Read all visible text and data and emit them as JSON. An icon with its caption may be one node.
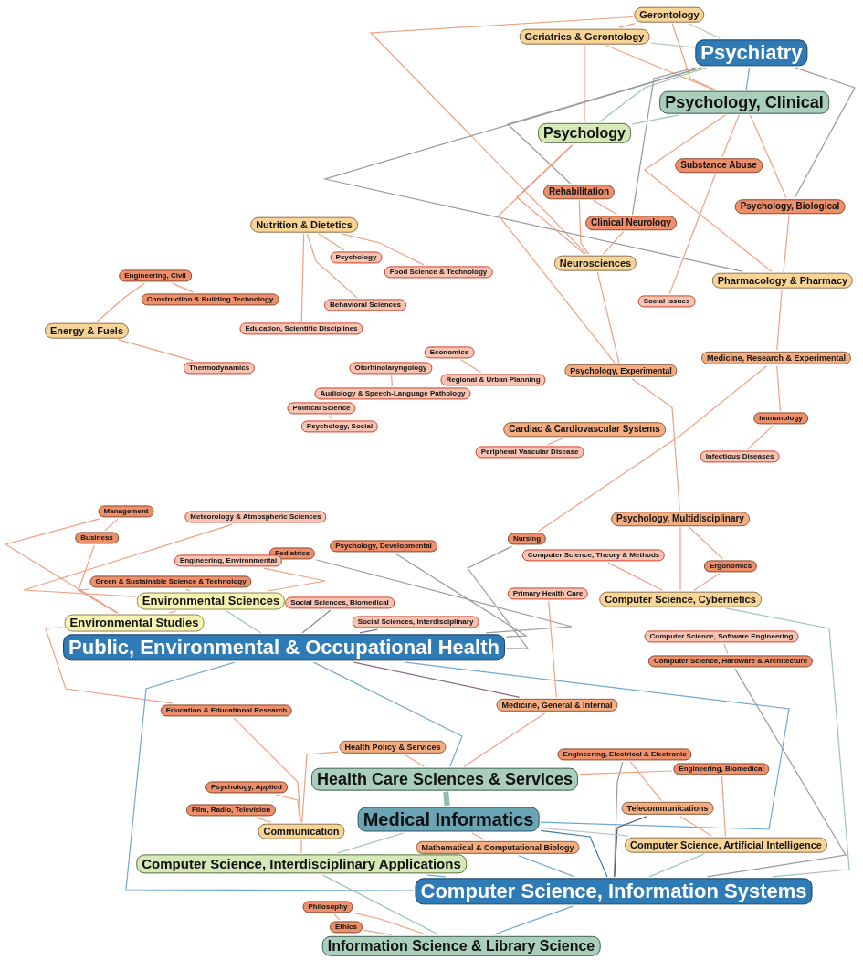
{
  "diagram": {
    "nodes": [
      {
        "text": [
          "Gerontology"
        ]
      },
      {
        "text": [
          "Geriatrics & Gerontology"
        ]
      },
      {
        "text": [
          "Psychiatry"
        ]
      },
      {
        "text": [
          "Psychology, Clinical"
        ]
      },
      {
        "text": [
          "Psychology"
        ]
      },
      {
        "text": [
          "Substance Abuse"
        ]
      },
      {
        "text": [
          "Rehabilitation"
        ]
      },
      {
        "text": [
          "Psychology, Biological"
        ]
      },
      {
        "text": [
          "Clinical Neurology"
        ]
      },
      {
        "text": [
          "Neurosciences"
        ]
      },
      {
        "text": [
          "Pharmacology & Pharmacy"
        ]
      },
      {
        "text": [
          "Social Issues"
        ]
      },
      {
        "text": [
          "Nutrition & Dietetics"
        ]
      },
      {
        "text": [
          "Psychology"
        ]
      },
      {
        "text": [
          "Food Science & Technology"
        ]
      },
      {
        "text": [
          "Engineering, Civil"
        ]
      },
      {
        "text": [
          "Construction & Building Technology"
        ]
      },
      {
        "text": [
          "Energy & Fuels"
        ]
      },
      {
        "text": [
          "Education, Scientific Disciplines"
        ]
      },
      {
        "text": [
          "Behavioral Sciences"
        ]
      },
      {
        "text": [
          "Thermodynamics"
        ]
      },
      {
        "text": [
          "Otorhinolaryngology"
        ]
      },
      {
        "text": [
          "Economics"
        ]
      },
      {
        "text": [
          "Regional & Urban Planning"
        ]
      },
      {
        "text": [
          "Audiology & Speech-Language Pathology"
        ]
      },
      {
        "text": [
          "Political Science"
        ]
      },
      {
        "text": [
          "Psychology, Social"
        ]
      },
      {
        "text": [
          "Medicine, Research & Experimental"
        ]
      },
      {
        "text": [
          "Psychology, Experimental"
        ]
      },
      {
        "text": [
          "Cardiac & Cardiovascular Systems"
        ]
      },
      {
        "text": [
          "Immunology"
        ]
      },
      {
        "text": [
          "Peripheral Vascular Disease"
        ]
      },
      {
        "text": [
          "Infectious Diseases"
        ]
      },
      {
        "text": [
          "Management"
        ]
      },
      {
        "text": [
          "Business"
        ]
      },
      {
        "text": [
          "Meteorology & Atmospheric Sciences"
        ]
      },
      {
        "text": [
          "Psychology, Multidisciplinary"
        ]
      },
      {
        "text": [
          "Nursing"
        ]
      },
      {
        "text": [
          "Pediatrics"
        ]
      },
      {
        "text": [
          "Psychology, Developmental"
        ]
      },
      {
        "text": [
          "Engineering, Environmental"
        ]
      },
      {
        "text": [
          "Computer Science, Theory & Methods"
        ]
      },
      {
        "text": [
          "Green & Sustainable Science & Technology"
        ]
      },
      {
        "text": [
          "Ergonomics"
        ]
      },
      {
        "text": [
          "Environmental Sciences"
        ]
      },
      {
        "text": [
          "Computer Science, Cybernetics"
        ]
      },
      {
        "text": [
          "Primary Health Care"
        ]
      },
      {
        "text": [
          "Social Sciences, Biomedical"
        ]
      },
      {
        "text": [
          "Environmental Studies"
        ]
      },
      {
        "text": [
          "Social Sciences, Interdisciplinary"
        ]
      },
      {
        "text": [
          "Computer Science, Software Engineering"
        ]
      },
      {
        "text": [
          "Public, Environmental & Occupational Health"
        ]
      },
      {
        "text": [
          "Computer Science, Hardware & Architecture"
        ]
      },
      {
        "text": [
          "Medicine, General & Internal"
        ]
      },
      {
        "text": [
          "Education & Educational Research"
        ]
      },
      {
        "text": [
          "Health Policy & Services"
        ]
      },
      {
        "text": [
          "Engineering, Electrical & Electronic"
        ]
      },
      {
        "text": [
          "Engineering, Biomedical"
        ]
      },
      {
        "text": [
          "Health Care Sciences & Services"
        ]
      },
      {
        "text": [
          "Psychology, Applied"
        ]
      },
      {
        "text": [
          "Telecommunications"
        ]
      },
      {
        "text": [
          "Film, Radio, Television"
        ]
      },
      {
        "text": [
          "Medical Informatics"
        ]
      },
      {
        "text": [
          "Communication"
        ]
      },
      {
        "text": [
          "Mathematical & Computational Biology"
        ]
      },
      {
        "text": [
          "Computer Science, Artificial Intelligence"
        ]
      },
      {
        "text": [
          "Computer Science, Interdisciplinary Applications"
        ]
      },
      {
        "text": [
          "Computer Science, Information Systems"
        ]
      },
      {
        "text": [
          "Philosophy"
        ]
      },
      {
        "text": [
          "Ethics"
        ]
      },
      {
        "text": [
          "Information Science & Library Science"
        ]
      }
    ],
    "edges": [
      {
        "from": 0,
        "to": 1,
        "arrow": "none"
      },
      {
        "from": 0,
        "to": 2,
        "arrow": "none",
        "color": "#b8c8c0"
      },
      {
        "from": 0,
        "to": 3,
        "arrow": "none"
      },
      {
        "from": 0,
        "to": 9,
        "arrow": "none"
      },
      {
        "from": 1,
        "to": 2,
        "arrow": "none",
        "color": "#b8c8c0"
      },
      {
        "from": 1,
        "to": 3,
        "arrow": "none"
      },
      {
        "from": 1,
        "to": 4,
        "arrow": "none"
      },
      {
        "from": 2,
        "to": 3,
        "arrow": "none",
        "color": "#6fa8d0"
      },
      {
        "from": 2,
        "to": 4,
        "arrow": "none",
        "color": "#9cc5b0"
      },
      {
        "from": 2,
        "to": 6,
        "arrow": "none",
        "color": "#999999"
      },
      {
        "from": 2,
        "to": 8,
        "arrow": "none",
        "color": "#999999"
      },
      {
        "from": 2,
        "to": 7,
        "arrow": "none",
        "color": "#999999"
      },
      {
        "from": 2,
        "to": 10,
        "arrow": "none",
        "color": "#999999"
      },
      {
        "from": 3,
        "to": 4,
        "arrow": "none",
        "color": "#9cc5b0"
      },
      {
        "from": 3,
        "to": 5,
        "arrow": "none"
      },
      {
        "from": 3,
        "to": 7,
        "arrow": "none"
      },
      {
        "from": 3,
        "to": 10,
        "arrow": "none"
      },
      {
        "from": 4,
        "to": 9,
        "arrow": "none"
      },
      {
        "from": 4,
        "to": 28,
        "arrow": "none"
      },
      {
        "from": 5,
        "to": 11,
        "arrow": "none"
      },
      {
        "from": 6,
        "to": 8,
        "arrow": "none"
      },
      {
        "from": 6,
        "to": 9,
        "arrow": "none"
      },
      {
        "from": 8,
        "to": 9,
        "arrow": "none"
      },
      {
        "from": 9,
        "to": 28,
        "arrow": "none"
      },
      {
        "from": 7,
        "to": 10,
        "arrow": "none"
      },
      {
        "from": 10,
        "to": 27,
        "arrow": "none"
      },
      {
        "from": 12,
        "to": 13,
        "arrow": "none"
      },
      {
        "from": 12,
        "to": 14,
        "arrow": "none"
      },
      {
        "from": 12,
        "to": 18,
        "arrow": "none"
      },
      {
        "from": 12,
        "to": 19,
        "arrow": "none"
      },
      {
        "from": 15,
        "to": 16,
        "arrow": "none"
      },
      {
        "from": 15,
        "to": 17,
        "arrow": "none"
      },
      {
        "from": 17,
        "to": 20,
        "arrow": "none"
      },
      {
        "from": 21,
        "to": 24,
        "arrow": "none"
      },
      {
        "from": 22,
        "to": 23,
        "arrow": "none"
      },
      {
        "from": 25,
        "to": 26,
        "arrow": "none"
      },
      {
        "from": 27,
        "to": 30,
        "arrow": "none"
      },
      {
        "from": 27,
        "to": 37,
        "arrow": "none"
      },
      {
        "from": 30,
        "to": 32,
        "arrow": "none"
      },
      {
        "from": 29,
        "to": 31,
        "arrow": "none"
      },
      {
        "from": 28,
        "to": 36,
        "arrow": "none"
      },
      {
        "from": 36,
        "to": 43,
        "arrow": "none"
      },
      {
        "from": 36,
        "to": 45,
        "arrow": "none"
      },
      {
        "from": 43,
        "to": 45,
        "arrow": "none"
      },
      {
        "from": 41,
        "to": 45,
        "arrow": "none"
      },
      {
        "from": 33,
        "to": 34,
        "arrow": "none"
      },
      {
        "from": 33,
        "to": 48,
        "arrow": "none"
      },
      {
        "from": 34,
        "to": 48,
        "arrow": "none"
      },
      {
        "from": 35,
        "to": 44,
        "arrow": "none"
      },
      {
        "from": 40,
        "to": 44,
        "arrow": "none"
      },
      {
        "from": 42,
        "to": 44,
        "arrow": "none"
      },
      {
        "from": 42,
        "to": 48,
        "arrow": "none"
      },
      {
        "from": 44,
        "to": 48,
        "arrow": "none"
      },
      {
        "from": 44,
        "to": 51,
        "arrow": "none",
        "color": "#9cc5b0"
      },
      {
        "from": 48,
        "to": 54,
        "arrow": "none"
      },
      {
        "from": 51,
        "to": 38,
        "arrow": "none",
        "color": "#999999"
      },
      {
        "from": 51,
        "to": 39,
        "arrow": "none",
        "color": "#999999"
      },
      {
        "from": 51,
        "to": 47,
        "arrow": "none",
        "color": "#8a6a8a"
      },
      {
        "from": 51,
        "to": 49,
        "arrow": "none",
        "color": "#8a6a8a"
      },
      {
        "from": 51,
        "to": 37,
        "arrow": "none",
        "color": "#999999"
      },
      {
        "from": 51,
        "to": 53,
        "arrow": "none",
        "color": "#8a6a8a"
      },
      {
        "from": 51,
        "to": 58,
        "arrow": "none",
        "color": "#6fa8d0"
      },
      {
        "from": 51,
        "to": 62,
        "arrow": "none",
        "color": "#6fa8d0"
      },
      {
        "from": 51,
        "to": 67,
        "arrow": "none",
        "color": "#6fa8d0"
      },
      {
        "from": 46,
        "to": 53,
        "arrow": "none"
      },
      {
        "from": 50,
        "to": 52,
        "arrow": "none"
      },
      {
        "from": 52,
        "to": 67,
        "arrow": "none",
        "color": "#999999"
      },
      {
        "from": 53,
        "to": 58,
        "arrow": "none"
      },
      {
        "from": 54,
        "to": 63,
        "arrow": "none"
      },
      {
        "from": 55,
        "to": 63,
        "arrow": "none"
      },
      {
        "from": 55,
        "to": 58,
        "arrow": "none"
      },
      {
        "from": 56,
        "to": 60,
        "arrow": "none"
      },
      {
        "from": 56,
        "to": 67,
        "arrow": "none",
        "color": "#999999"
      },
      {
        "from": 57,
        "to": 65,
        "arrow": "none"
      },
      {
        "from": 57,
        "to": 58,
        "arrow": "none"
      },
      {
        "from": 60,
        "to": 65,
        "arrow": "none"
      },
      {
        "from": 60,
        "to": 67,
        "arrow": "none",
        "color": "#555577"
      },
      {
        "from": 45,
        "to": 67,
        "arrow": "none",
        "color": "#9cc5b0"
      },
      {
        "from": 58,
        "to": 62,
        "arrow": "none",
        "style": "thick",
        "color": "#8fbfaa"
      },
      {
        "from": 62,
        "to": 67,
        "arrow": "none",
        "color": "#3a7ab0"
      },
      {
        "from": 62,
        "to": 66,
        "arrow": "none",
        "color": "#9cc5b0"
      },
      {
        "from": 62,
        "to": 64,
        "arrow": "none"
      },
      {
        "from": 62,
        "to": 65,
        "arrow": "none",
        "color": "#b8c8c0"
      },
      {
        "from": 64,
        "to": 67,
        "arrow": "none",
        "color": "#6fa8d0"
      },
      {
        "from": 59,
        "to": 63,
        "arrow": "none"
      },
      {
        "from": 61,
        "to": 63,
        "arrow": "none"
      },
      {
        "from": 63,
        "to": 66,
        "arrow": "none"
      },
      {
        "from": 66,
        "to": 67,
        "arrow": "none",
        "color": "#6fa8d0"
      },
      {
        "from": 66,
        "to": 70,
        "arrow": "none",
        "color": "#9cc5b0"
      },
      {
        "from": 65,
        "to": 67,
        "arrow": "none",
        "color": "#9cc5b0"
      },
      {
        "from": 68,
        "to": 69,
        "arrow": "none"
      },
      {
        "from": 68,
        "to": 70,
        "arrow": "none"
      },
      {
        "from": 69,
        "to": 70,
        "arrow": "none"
      },
      {
        "from": 70,
        "to": 67,
        "arrow": "none",
        "color": "#6fa8d0"
      }
    ]
  }
}
